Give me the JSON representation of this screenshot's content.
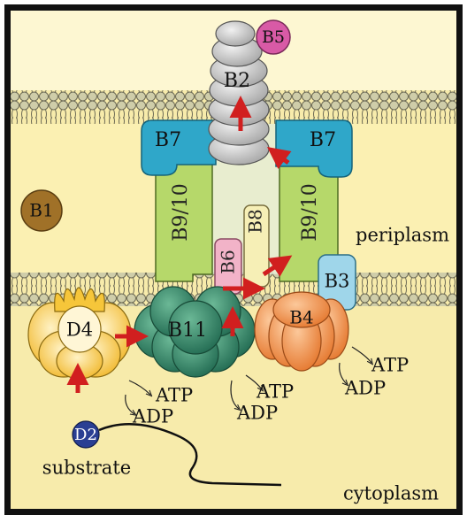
{
  "components": {
    "b1": "B1",
    "b2": "B2",
    "b3": "B3",
    "b4": "B4",
    "b5": "B5",
    "b6": "B6",
    "b7_left": "B7",
    "b7_right": "B7",
    "b8": "B8",
    "b9_10_left": "B9/10",
    "b9_10_right": "B9/10",
    "b11": "B11",
    "d2": "D2",
    "d4": "D4"
  },
  "labels": {
    "periplasm": "periplasm",
    "cytoplasm": "cytoplasm",
    "substrate": "substrate",
    "atp_d4": "ATP",
    "adp_d4": "ADP",
    "atp_b11": "ATP",
    "adp_b11": "ADP",
    "atp_b4": "ATP",
    "adp_b4": "ADP"
  },
  "colors": {
    "periplasm_bg": "#fbf0b2",
    "cytoplasm_bg": "#f7ebab",
    "membrane_head": "#c9c8a6",
    "b7": "#2fa7c9",
    "b9_10": "#b6d86a",
    "b11": "#2f8a6a",
    "b4": "#f59a58",
    "d4": "#f6c63a",
    "b2": "#c8c8c8",
    "b5": "#d85aa6",
    "b6": "#f2b3c8",
    "b8": "#f6efb6",
    "b3": "#9fd6ea",
    "b1": "#a07128",
    "d2": "#2a3f93",
    "arrow": "#d11f1f"
  }
}
